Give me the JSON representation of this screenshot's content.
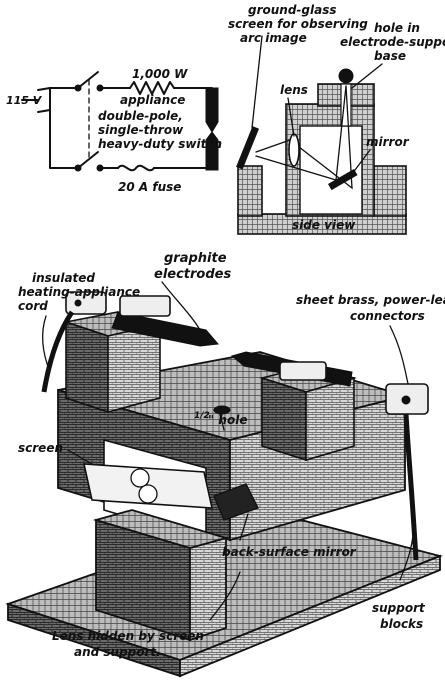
{
  "colors": {
    "ink": "#111111",
    "paper": "#ffffff",
    "hatch": "#555555",
    "brick_light": "#d8d8d8",
    "brick_dark": "#6a6a6a"
  },
  "circuit": {
    "voltage": "115 V",
    "appliance_rating": "1,000 W",
    "appliance": "appliance",
    "switch_line1": "double-pole,",
    "switch_line2": "single-throw",
    "switch_line3": "heavy-duty switch",
    "fuse": "20 A fuse"
  },
  "side_view": {
    "screen_line1": "ground-glass",
    "screen_line2": "screen for observing",
    "screen_line3": "arc image",
    "hole_line1": "hole in",
    "hole_line2": "electrode-support",
    "hole_line3": "base",
    "lens": "lens",
    "mirror": "mirror",
    "caption": "side view"
  },
  "assembly": {
    "electrodes_line1": "graphite",
    "electrodes_line2": "electrodes",
    "cord_line1": "insulated",
    "cord_line2": "heating-appliance",
    "cord_line3": "cord",
    "connectors_line1": "sheet brass, power-lead",
    "connectors_line2": "connectors",
    "hole_fraction": "1/2",
    "hole_text": "\" hole",
    "screen": "screen",
    "mirror_line": "back-surface mirror",
    "lens_line1": "Lens hidden by screen",
    "lens_line2": "and support.",
    "blocks_line1": "support",
    "blocks_line2": "blocks"
  }
}
